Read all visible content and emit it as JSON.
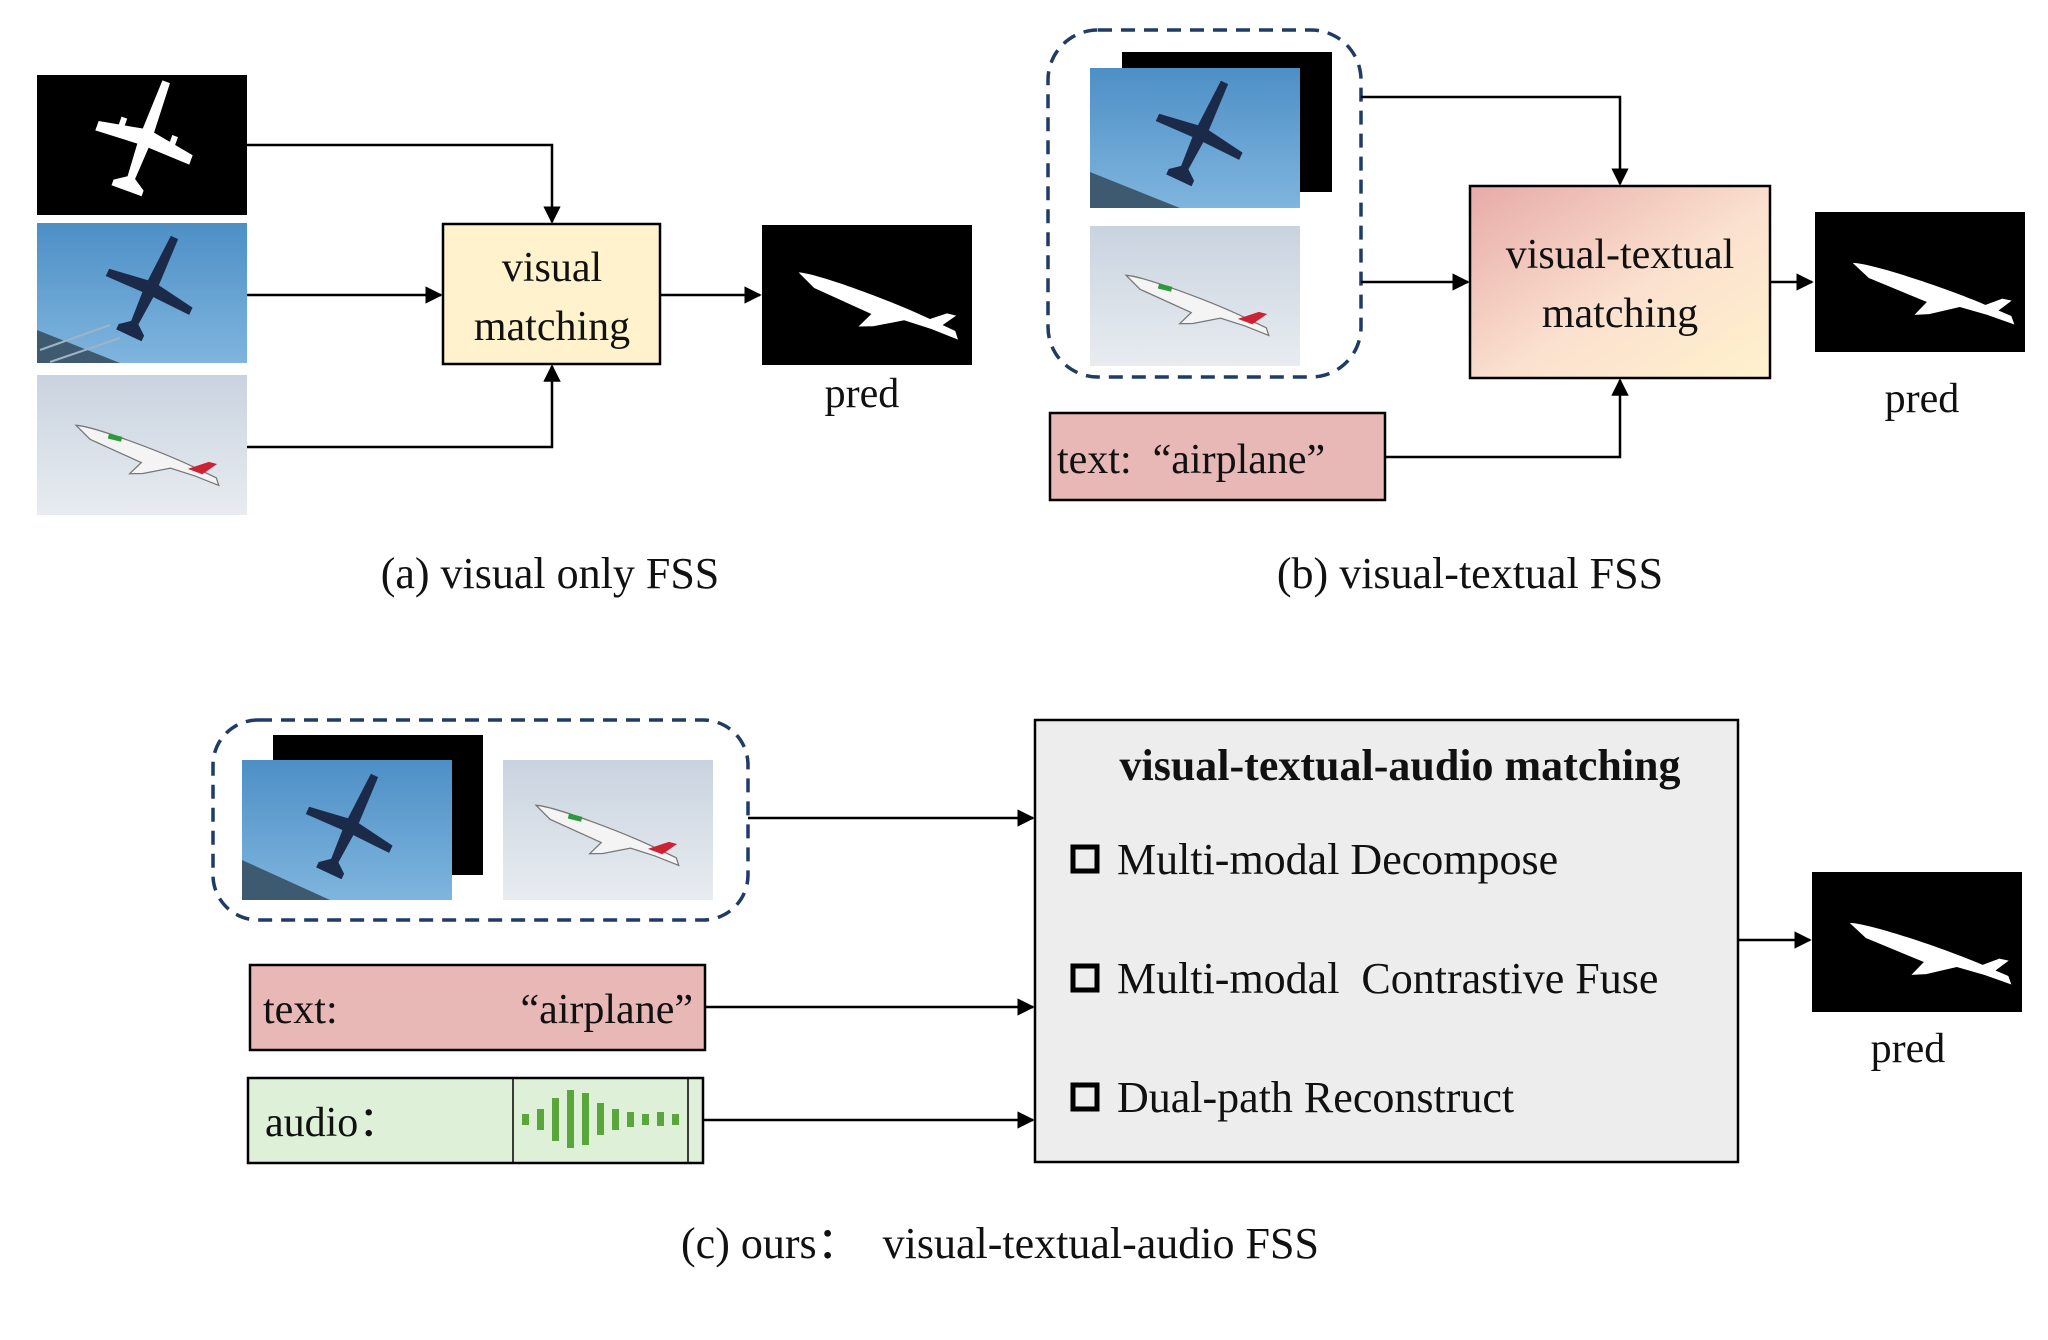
{
  "panel_a": {
    "matching_label_line1": "visual",
    "matching_label_line2": "matching",
    "pred_label": "pred",
    "caption": "(a) visual only FSS"
  },
  "panel_b": {
    "text_box": "text:  “airplane”",
    "matching_label_line1": "visual-textual",
    "matching_label_line2": "matching",
    "pred_label": "pred",
    "caption": "(b) visual-textual FSS"
  },
  "panel_c": {
    "matching_title": "visual-textual-audio matching",
    "steps": [
      "Multi-modal Decompose",
      "Multi-modal  Contrastive Fuse",
      "Dual-path Reconstruct"
    ],
    "text_prefix": "text:",
    "text_value": "“airplane”",
    "audio_prefix": "audio：",
    "pred_label": "pred",
    "caption": "(c) ours：  visual-textual-audio FSS"
  },
  "colors": {
    "visual_matching_fill": "#fff2cc",
    "text_box_fill": "#e8b8b6",
    "audio_box_fill": "#dff0d8",
    "audio_wave": "#5aa63a",
    "vta_box_fill": "#ededed",
    "dashed_border": "#1f3b66",
    "sky": "#5f9fd0"
  },
  "icons": [
    "airplane-mask-icon",
    "airplane-photo-icon",
    "audio-waveform-icon",
    "checkbox-icon"
  ]
}
